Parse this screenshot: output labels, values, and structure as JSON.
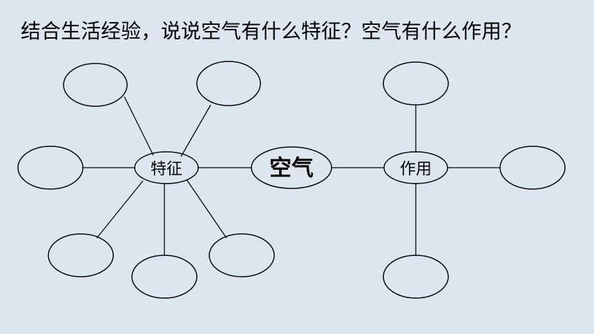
{
  "title": "结合生活经验，说说空气有什么特征？空气有什么作用？",
  "nodes": {
    "center": "空气",
    "features": "特征",
    "uses": "作用"
  }
}
